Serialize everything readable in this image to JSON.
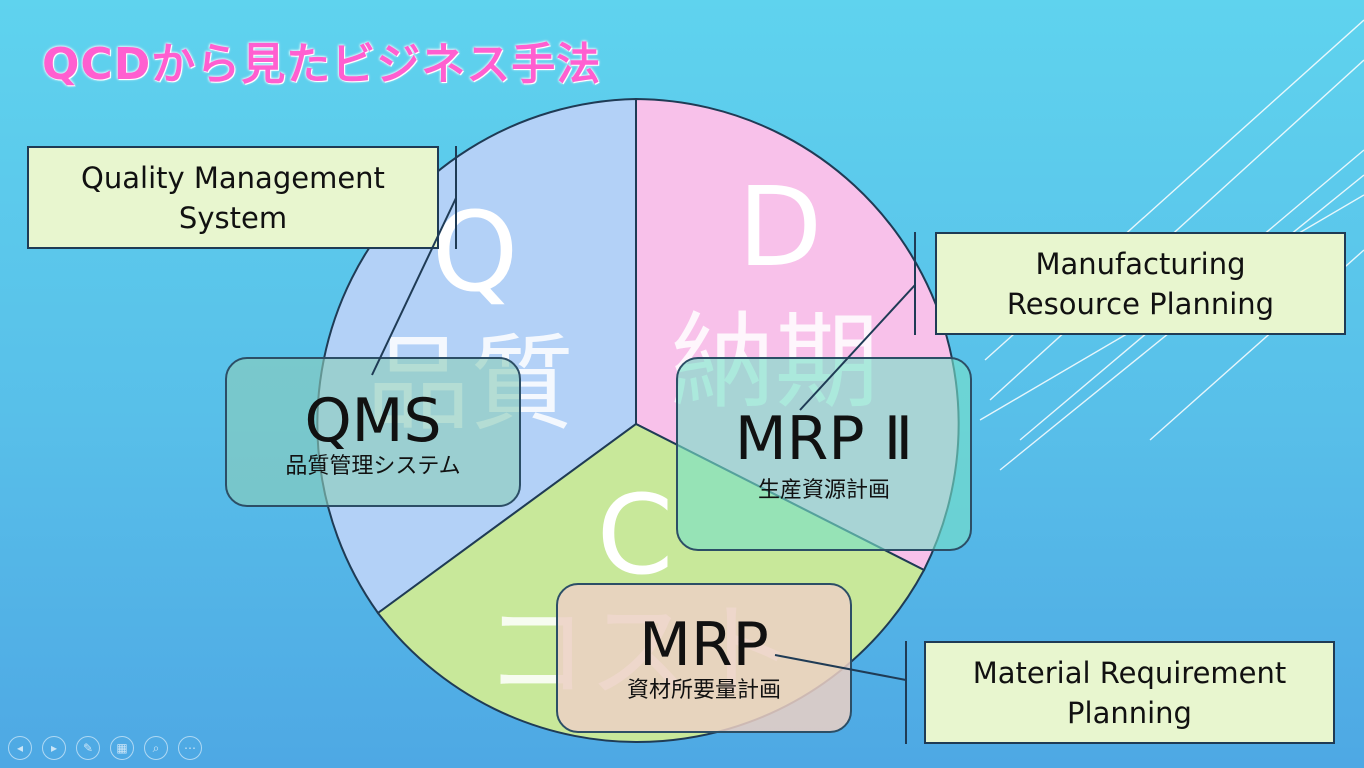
{
  "slide_title": "QCDから見たビジネス手法",
  "segments": {
    "q": {
      "letter": "Q",
      "label": "品質",
      "color": "#b3d1f7"
    },
    "d": {
      "letter": "D",
      "label": "納期",
      "color": "#f8c1ea"
    },
    "c": {
      "letter": "C",
      "label": "コスト",
      "color": "#c8e89a"
    }
  },
  "callouts": {
    "qms_full": {
      "line1": "Quality Management",
      "line2": "System"
    },
    "mrp2_full": {
      "line1": "Manufacturing",
      "line2": "Resource Planning"
    },
    "mrp_full": {
      "line1": "Material Requirement",
      "line2": "Planning"
    }
  },
  "methods": {
    "qms": {
      "abbr": "QMS",
      "jp": "品質管理システム"
    },
    "mrp2": {
      "abbr": "MRP Ⅱ",
      "jp": "生産資源計画"
    },
    "mrp": {
      "abbr": "MRP",
      "jp": "資材所要量計画"
    }
  },
  "toolbar": {
    "prev_icon": "◂",
    "next_icon": "▸",
    "pen_icon": "✎",
    "slides_icon": "▦",
    "zoom_icon": "⌕",
    "more_icon": "⋯"
  }
}
